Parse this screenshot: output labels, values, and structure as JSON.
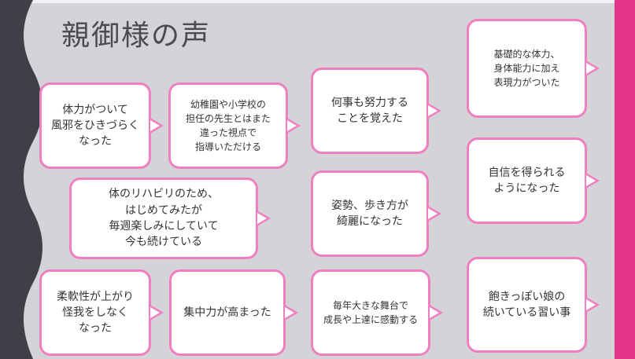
{
  "title": "親御様の声",
  "colors": {
    "accent": "#e6338a",
    "bubble_border": "#f07ec0",
    "background": "#d4d4d8",
    "sidebar": "#3f4047"
  },
  "bubbles": [
    {
      "text": "体力がついて\n風邪をひきづらく\nなった"
    },
    {
      "text": "幼稚園や小学校の\n担任の先生とはまた\n違った視点で\n指導いただける"
    },
    {
      "text": "何事も努力する\nことを覚えた"
    },
    {
      "text": "基礎的な体力、\n身体能力に加え\n表現力がついた"
    },
    {
      "text": "体のリハビリのため、\nはじめてみたが\n毎週楽しみにしていて\n今も続けている"
    },
    {
      "text": "姿勢、歩き方が\n綺麗になった"
    },
    {
      "text": "自信を得られる\nようになった"
    },
    {
      "text": "柔軟性が上がり\n怪我をしなく\nなった"
    },
    {
      "text": "集中力が高まった"
    },
    {
      "text": "毎年大きな舞台で\n成長や上達に感動する"
    },
    {
      "text": "飽きっぽい娘の\n続いている習い事"
    }
  ]
}
